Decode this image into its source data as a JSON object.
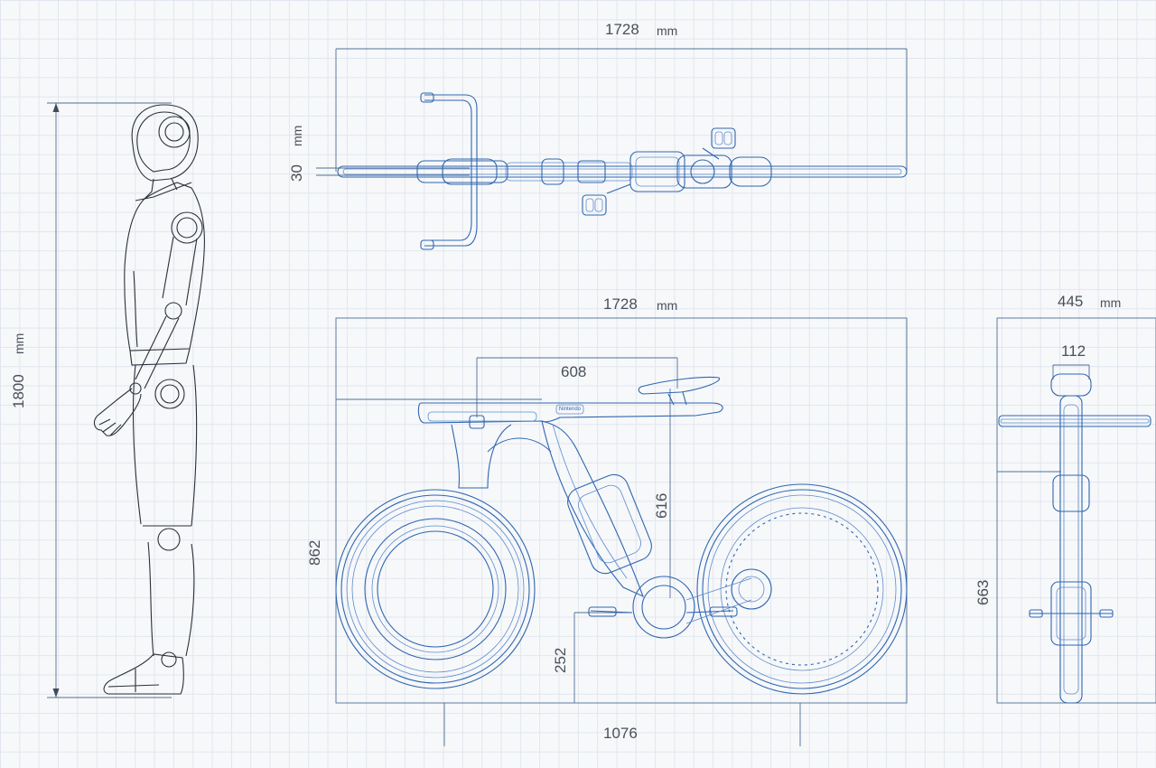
{
  "dimensions": {
    "human_height": "1800",
    "top_length": "1728",
    "top_width": "30",
    "side_length": "1728",
    "saddle_reach": "608",
    "saddle_height": "616",
    "overall_height": "862",
    "crank_height": "252",
    "wheelbase": "1076",
    "front_width": "445",
    "seat_width": "112",
    "front_height": "663",
    "unit": "mm"
  },
  "logo_text": "Nintendo",
  "colors": {
    "grid": "#e1e6ee",
    "background": "#f7f8fa",
    "dimension_line": "#4d6f96",
    "bike_outline": "#2f66b0",
    "figure_outline": "#2b3038"
  }
}
